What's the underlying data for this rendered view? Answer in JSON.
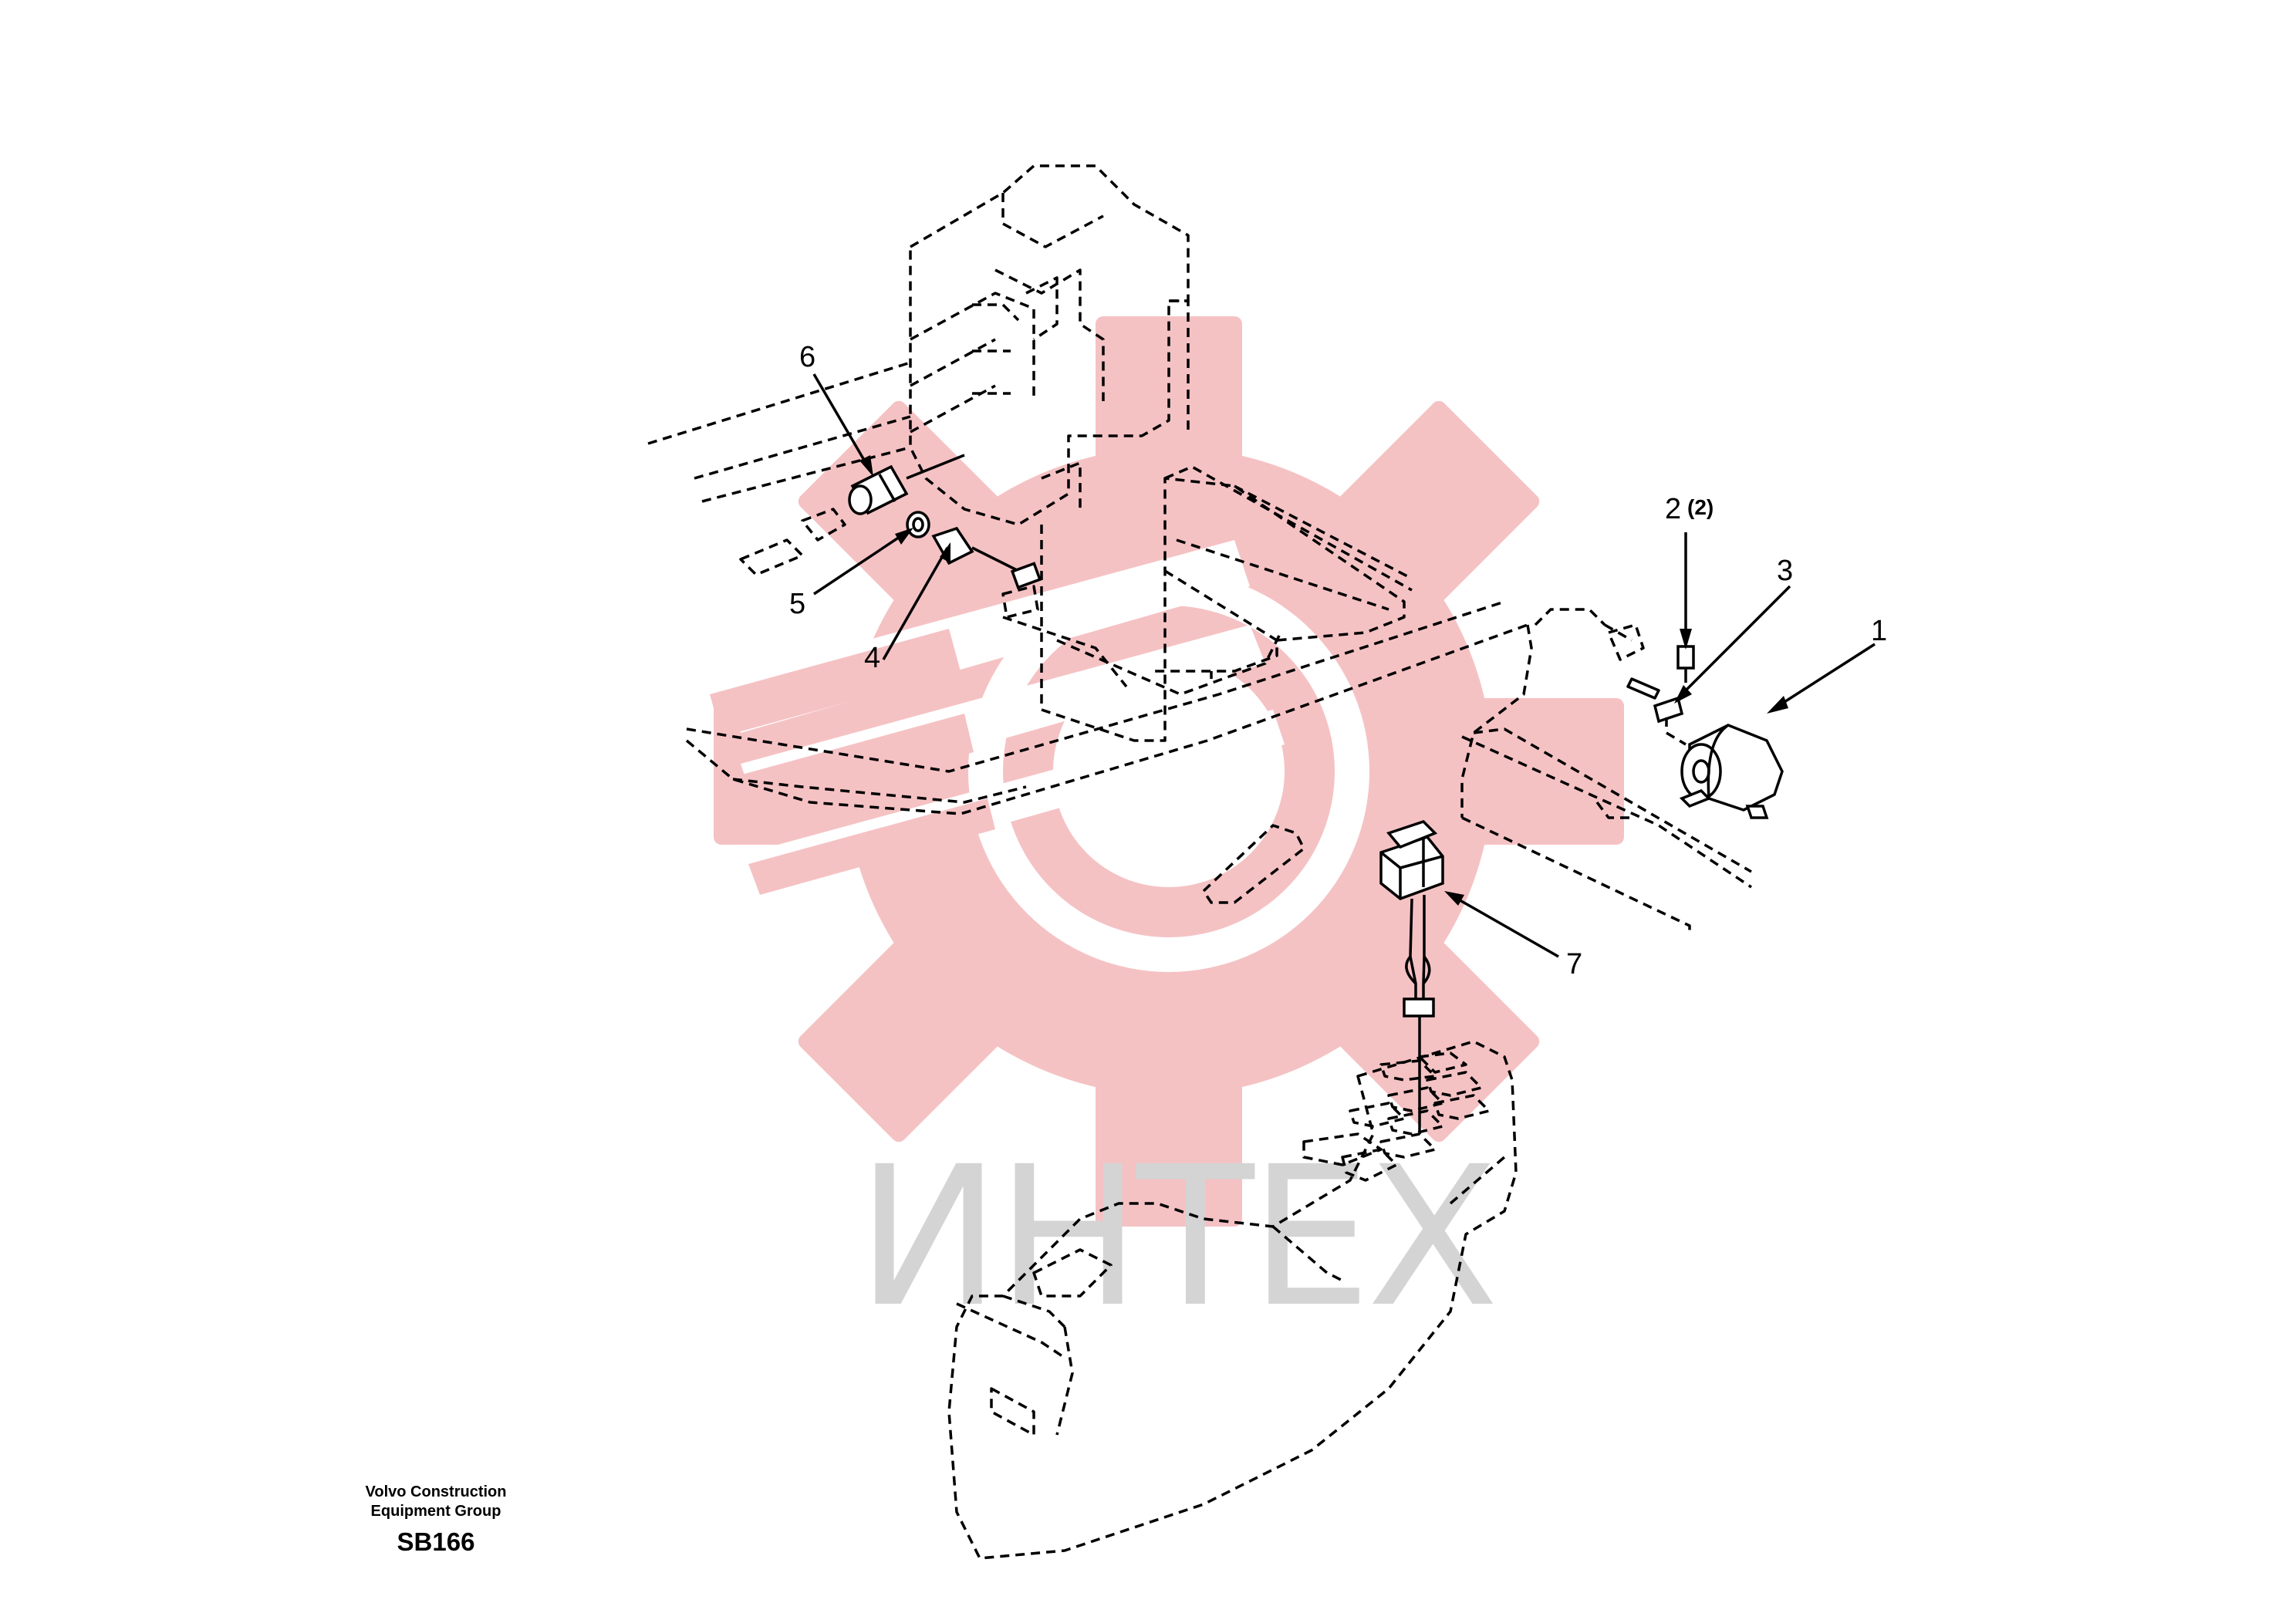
{
  "watermark": {
    "text": "ИНТЕХ",
    "gear_color": "#f5c2c4",
    "text_color": "#d4d4d4"
  },
  "callouts": [
    {
      "number": "1"
    },
    {
      "number": "2",
      "quantity": "(2)"
    },
    {
      "number": "3"
    },
    {
      "number": "4"
    },
    {
      "number": "5"
    },
    {
      "number": "6"
    },
    {
      "number": "7"
    }
  ],
  "footer": {
    "company_line1": "Volvo Construction",
    "company_line2": "Equipment Group",
    "code": "SB166"
  }
}
